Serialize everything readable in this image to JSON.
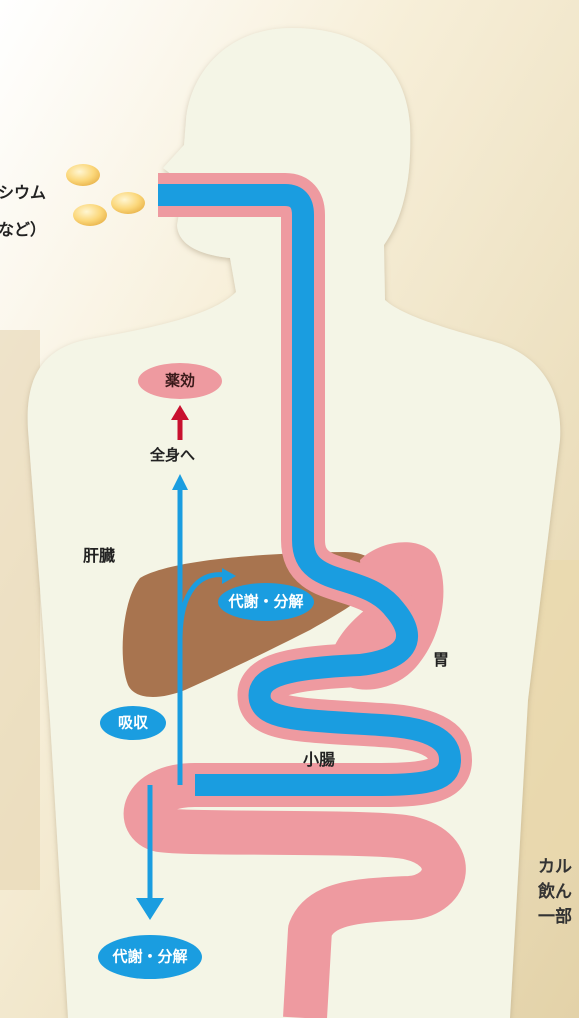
{
  "labels": {
    "left_top_line1": "シウム",
    "left_top_line2": "など）",
    "right_bottom_line1": "カル",
    "right_bottom_line2": "飲ん",
    "right_bottom_line3": "一部",
    "efficacy": "薬効",
    "whole_body": "全身へ",
    "liver": "肝臓",
    "metabolism_upper": "代謝・分解",
    "stomach": "胃",
    "absorption": "吸収",
    "small_intestine": "小腸",
    "metabolism_lower": "代謝・分解"
  },
  "colors": {
    "body_fill": "#f4f5e6",
    "digestive_pink": "#ee9aa0",
    "digestive_blue": "#1a9de0",
    "liver_brown": "#a8744f",
    "efficacy_arrow": "#c8102e",
    "background_beige": "#efe4cb",
    "pill_yellow": "#fbd77a"
  }
}
